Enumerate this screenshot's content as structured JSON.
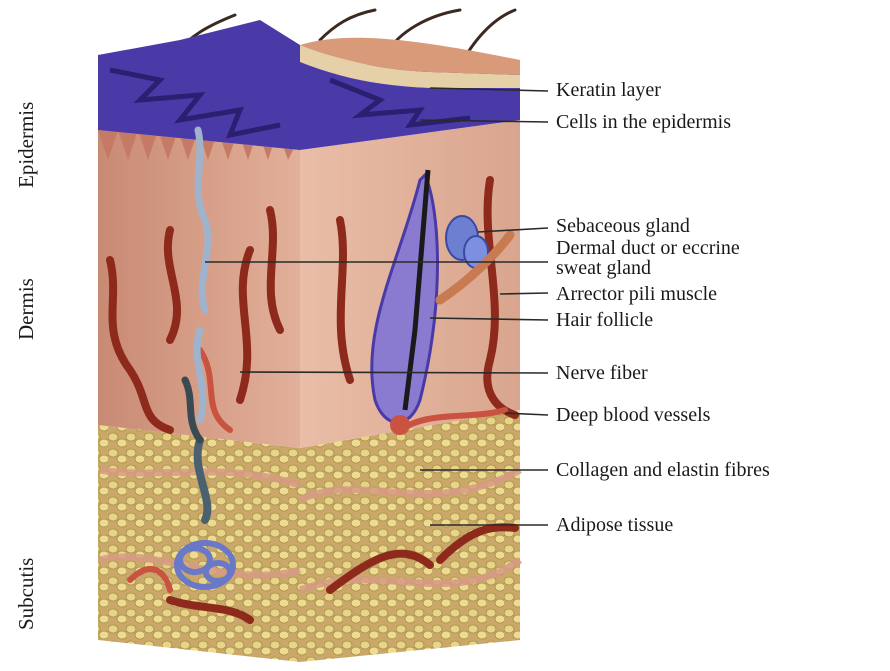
{
  "regions": [
    {
      "label": "Epidermis"
    },
    {
      "label": "Dermis"
    },
    {
      "label": "Subcutis"
    }
  ],
  "labels": [
    {
      "text": "Keratin layer"
    },
    {
      "text": "Cells in the epidermis"
    },
    {
      "text": "Sebaceous gland"
    },
    {
      "text": "Dermal duct or eccrine"
    },
    {
      "text": "sweat gland"
    },
    {
      "text": "Arrector pili muscle"
    },
    {
      "text": "Hair follicle"
    },
    {
      "text": "Nerve fiber"
    },
    {
      "text": "Deep blood vessels"
    },
    {
      "text": "Collagen and elastin fibres"
    },
    {
      "text": "Adipose tissue"
    }
  ],
  "colors": {
    "epidermis": "#4a3aa8",
    "dermis": "#d9a08a",
    "vessel": "#8e2a1c",
    "fat": "#e3d27a",
    "duct": "#9fb4cc"
  }
}
